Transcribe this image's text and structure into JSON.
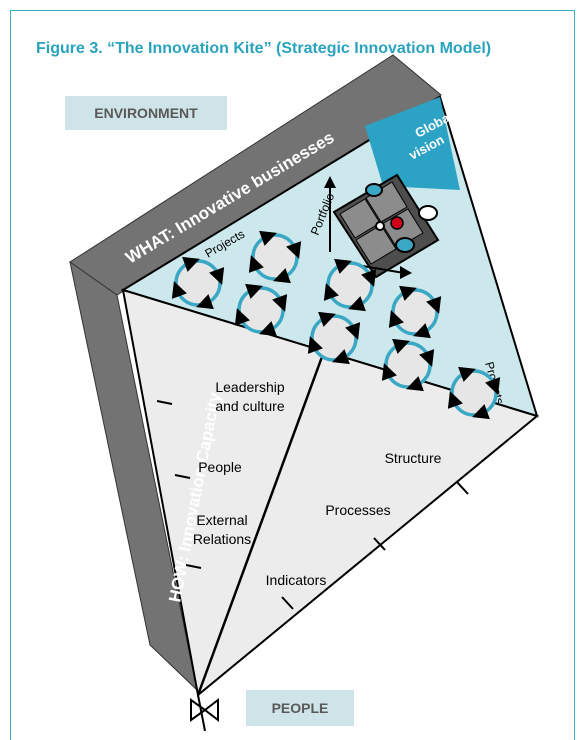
{
  "figure": {
    "title": "Figure 3. “The Innovation Kite” (Strategic Innovation Model)"
  },
  "labels": {
    "environment": "ENVIRONMENT",
    "people": "PEOPLE",
    "what_band": "WHAT: Innovative businesses",
    "how_band": "HOW: Innovation Capacity",
    "global_vision_line1": "Global",
    "global_vision_line2": "vision",
    "portfolio": "Portfolio",
    "projects_top": "Projects",
    "projects_right": "Projects"
  },
  "capacity_left": [
    "Leadership",
    "and culture",
    "People",
    "External",
    "Relations"
  ],
  "capacity_right": [
    "Structure",
    "Processes",
    "Indicators"
  ],
  "colors": {
    "accent": "#2aa3bd",
    "band": "#737373",
    "upper_fill": "#cde8ec",
    "lower_fill": "#ececec",
    "cycle_ring": "#3aa7c4",
    "dot_red": "#d0021b",
    "dot_blue": "#3aa7c4"
  }
}
